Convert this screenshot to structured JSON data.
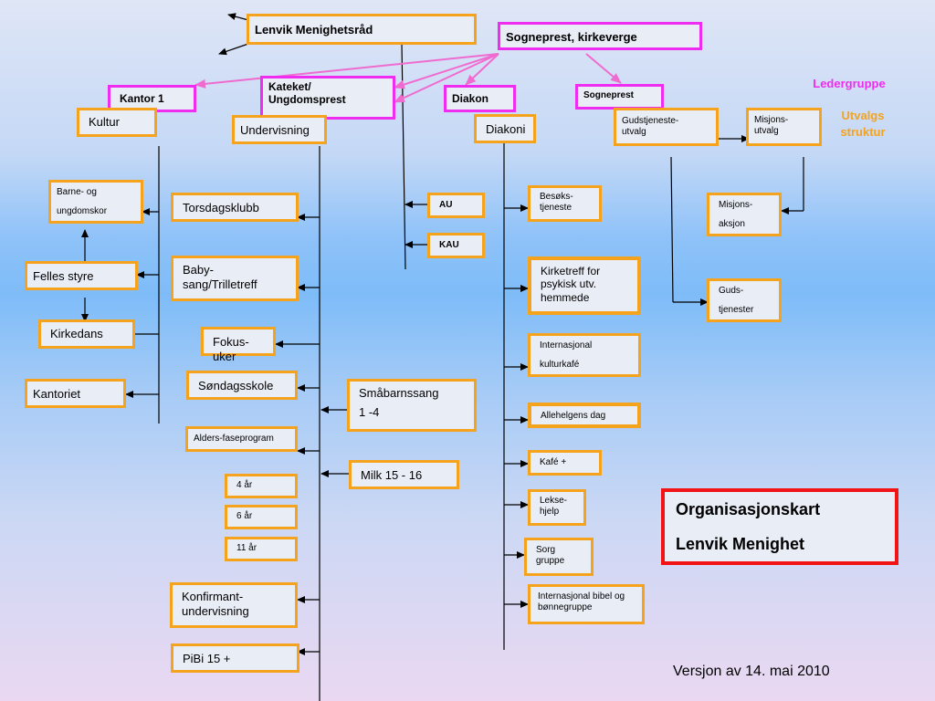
{
  "nodes": {
    "lenvik_menighetsrad": "Lenvik Menighetsråd",
    "sogneprest_kirkeverge": "Sogneprest, kirkeverge",
    "kantor": "Kantor 1",
    "kateket": "Kateket/\nUngdomsprest",
    "diakon": "Diakon",
    "sogneprest": "Sogneprest",
    "kultur": "Kultur",
    "undervisning": "Undervisning",
    "diakoni": "Diakoni",
    "gudstjeneste_utvalg": "Gudstjeneste-\nutvalg",
    "misjons_utvalg": "Misjons-\nutvalg",
    "barne_ungdomskor": "Barne- og\nungdomskor",
    "felles_styre": "Felles styre",
    "kirkedans": "Kirkedans",
    "kantoriet": "Kantoriet",
    "torsdagsklubb": "Torsdagsklubb",
    "babysang": "Baby-\nsang/Trilletreff",
    "fokus_uker": "Fokus-uker",
    "sondagsskole": "Søndagsskole",
    "smabarnssang": "Småbarnssang\n1 -4",
    "alders_faseprogram": "Alders-faseprogram",
    "milk": "Milk 15 - 16",
    "ar4": "4 år",
    "ar6": "6 år",
    "ar11": "11 år",
    "konfirmant": "Konfirmant-\nundervisning",
    "pibi": "PiBi 15 +",
    "au": "AU",
    "kau": "KAU",
    "besoks": "Besøks-\ntjeneste",
    "kirketreff": "Kirketreff for\npsykisk utv.\nhemmede",
    "internasjonal_kulturkafe": "Internasjonal\nkulturkafé",
    "allehelgens": "Allehelgens dag",
    "kafe": "Kafé +",
    "lekse": "Lekse-\nhjelp",
    "sorg": "Sorg\ngruppe",
    "bibel": "Internasjonal bibel og\nbønnegruppe",
    "misjons_aksjon": "Misjons-\naksjon",
    "gudstjenester": "Guds-\ntjenester"
  },
  "legend": {
    "ledergruppe": "Ledergruppe",
    "utvalgsstruktur": "Utvalgs\nstruktur"
  },
  "title": {
    "line1": "Organisasjonskart",
    "line2": "Lenvik Menighet"
  },
  "version": "Versjon av  14. mai  2010",
  "colors": {
    "leder_border": "#ee2df0",
    "utvalg_border": "#f5a21d",
    "title_border": "#f21414",
    "connector_pink": "#f06bd0",
    "line": "#000000"
  }
}
